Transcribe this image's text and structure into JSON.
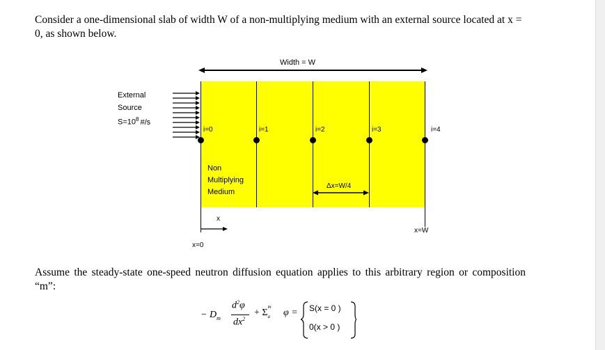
{
  "text": {
    "intro": "Consider a one-dimensional slab of width W of a non-multiplying medium with an external source located at x = 0, as shown below.",
    "assume": "Assume the steady-state one-speed neutron diffusion equation applies to this arbitrary region or composition “m”:"
  },
  "diagram": {
    "width_label": "Width = W",
    "source_label_1": "External",
    "source_label_2": "Source",
    "source_label_3": "S=10",
    "source_exp": "8",
    "source_unit": "#/s",
    "nodes": [
      "i=0",
      "i=1",
      "i=2",
      "i=3",
      "i=4"
    ],
    "medium_1": "Non",
    "medium_2": "Multiplying",
    "medium_3": "Medium",
    "dx_label": "Δx=W/4",
    "x_axis": "x",
    "x0_label": "x=0",
    "xw_label": "x=W",
    "slab_color": "#ffff00"
  },
  "equation": {
    "minus_d": "− D",
    "sub_m": "m",
    "num_d": "d",
    "num_sup": "2",
    "num_phi": "φ",
    "den_dx": "dx",
    "den_sup": "2",
    "plus_sigma": "+ Σ",
    "sigma_sup": "m",
    "sigma_sub": "a",
    "phi_eq": "φ =",
    "case1": "S(x = 0 )",
    "case2": "0(x > 0 )"
  }
}
